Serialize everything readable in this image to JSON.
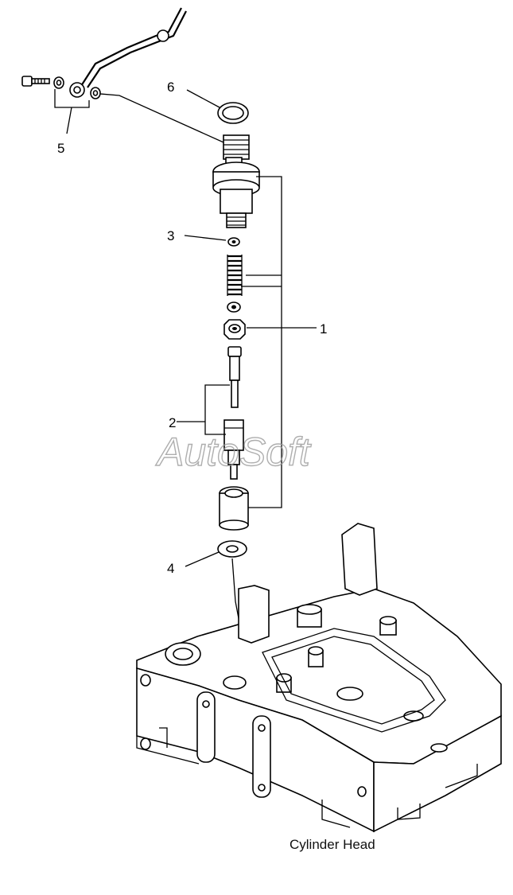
{
  "callouts": {
    "c1": "1",
    "c2": "2",
    "c3": "3",
    "c4": "4",
    "c5": "5",
    "c6": "6"
  },
  "watermark": "AutoSoft",
  "caption": "Cylinder Head"
}
